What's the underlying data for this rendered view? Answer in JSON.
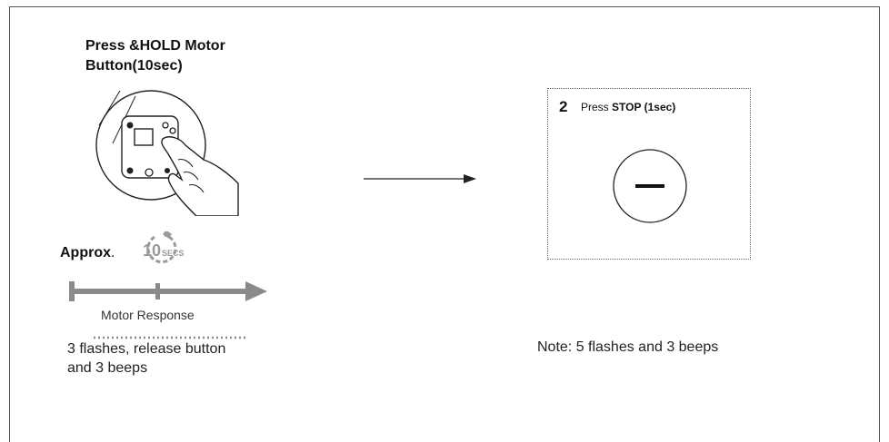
{
  "left_panel": {
    "title": "Press &HOLD Motor Button(10sec)",
    "approx_label": "Approx",
    "approx_dot": ".",
    "timer_number": "10",
    "timer_unit": "SECS",
    "motor_response": "Motor Response",
    "result_line1": "3 flashes, release button",
    "result_line2": "and 3 beeps"
  },
  "right_panel": {
    "step_number": "2",
    "step_prefix": "Press",
    "step_action": "STOP (1sec)",
    "note": "Note: 5 flashes and 3 beeps"
  },
  "colors": {
    "timeline": "#8a8a8a",
    "timer_icon": "#9a9a9a",
    "text": "#111111"
  },
  "icons": {
    "motor_hand": "hand-pressing-motor-button-icon",
    "timer": "stopwatch-icon",
    "stop_button": "stop-button-icon",
    "arrow": "right-arrow-icon"
  }
}
